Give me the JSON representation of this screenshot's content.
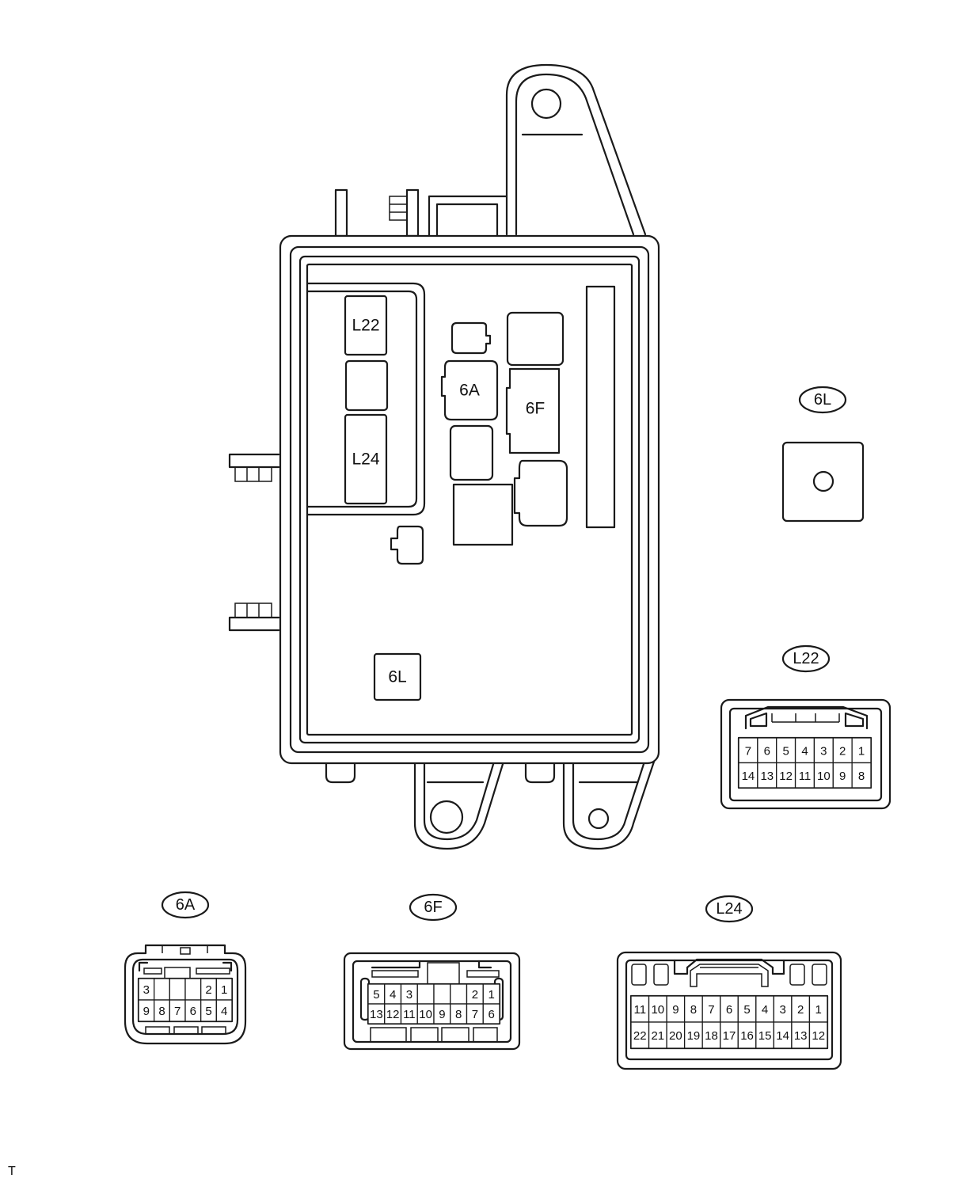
{
  "fuse_box": {
    "fuses": {
      "l22": "L22",
      "l24": "L24",
      "c6a": "6A",
      "c6f": "6F",
      "c6l": "6L"
    }
  },
  "connectors": {
    "c6l": {
      "tag": "6L"
    },
    "l22": {
      "tag": "L22",
      "row1": [
        "7",
        "6",
        "5",
        "4",
        "3",
        "2",
        "1"
      ],
      "row2": [
        "14",
        "13",
        "12",
        "11",
        "10",
        "9",
        "8"
      ]
    },
    "c6a": {
      "tag": "6A",
      "row1": [
        "3",
        "",
        "",
        "",
        "2",
        "1"
      ],
      "row2": [
        "9",
        "8",
        "7",
        "6",
        "5",
        "4"
      ]
    },
    "c6f": {
      "tag": "6F",
      "row1": [
        "5",
        "4",
        "3",
        "",
        "",
        "",
        "2",
        "1"
      ],
      "row2": [
        "13",
        "12",
        "11",
        "10",
        "9",
        "8",
        "7",
        "6"
      ]
    },
    "l24": {
      "tag": "L24",
      "row1": [
        "11",
        "10",
        "9",
        "8",
        "7",
        "6",
        "5",
        "4",
        "3",
        "2",
        "1"
      ],
      "row2": [
        "22",
        "21",
        "20",
        "19",
        "18",
        "17",
        "16",
        "15",
        "14",
        "13",
        "12"
      ]
    }
  },
  "footer_code": "T"
}
